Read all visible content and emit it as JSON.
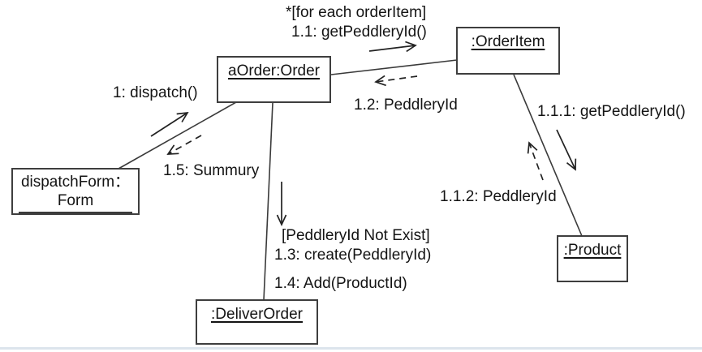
{
  "diagram_type": "uml-collaboration-diagram",
  "objects": {
    "aorder": {
      "label": "aOrder:Order"
    },
    "orderitem": {
      "label": ":OrderItem"
    },
    "dispatchform": {
      "label_line1": "dispatchForm：",
      "label_line2": "Form"
    },
    "deliverorder": {
      "label": ":DeliverOrder"
    },
    "product": {
      "label": ":Product"
    }
  },
  "messages": {
    "iteration": {
      "text": "*[for each orderItem]"
    },
    "m1_1": {
      "text": "1.1: getPeddleryId()"
    },
    "m1": {
      "text": "1: dispatch()"
    },
    "m1_2": {
      "text": "1.2: PeddleryId"
    },
    "m1_1_1": {
      "text": "1.1.1: getPeddleryId()"
    },
    "m1_5": {
      "text": "1.5: Summury"
    },
    "m1_1_2": {
      "text": "1.1.2: PeddleryId"
    },
    "guard": {
      "text": "[PeddleryId Not Exist]"
    },
    "m1_3": {
      "text": "1.3: create(PeddleryId)"
    },
    "m1_4": {
      "text": "1.4: Add(ProductId)"
    }
  },
  "colors": {
    "background": "#ffffff",
    "box_border": "#3e3e3e",
    "link_line": "#3a3a3a",
    "arrow": "#222222",
    "text": "#141414",
    "bottom_rule": "#dce4ec"
  }
}
